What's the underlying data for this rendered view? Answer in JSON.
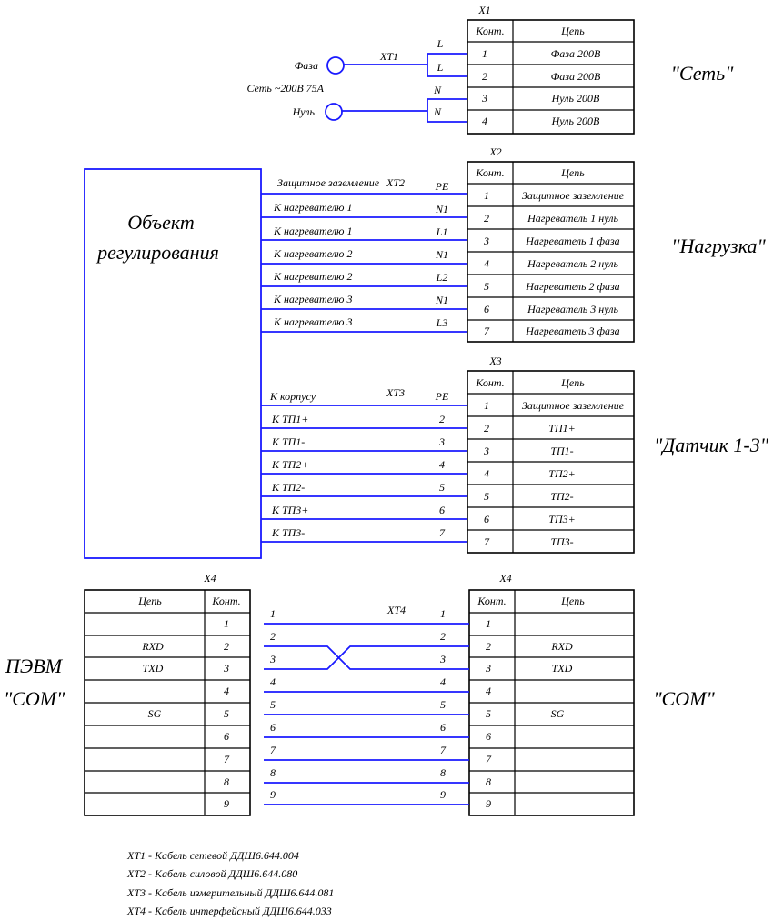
{
  "col_contact": "Конт.",
  "col_circuit": "Цепь",
  "x1": {
    "label": "X1",
    "rows": [
      {
        "n": "1",
        "c": "Фаза 200В"
      },
      {
        "n": "2",
        "c": "Фаза 200В"
      },
      {
        "n": "3",
        "c": "Нуль 200В"
      },
      {
        "n": "4",
        "c": "Нуль 200В"
      }
    ],
    "group_label": "\"Сеть\"",
    "cable": "XT1",
    "phase_label": "Фаза",
    "neutral_label": "Нуль",
    "mains_label": "Сеть ~200В 75А",
    "pin_L": "L",
    "pin_N": "N"
  },
  "object_label_1": "Объект",
  "object_label_2": "регулирования",
  "x2": {
    "label": "X2",
    "group_label": "\"Нагрузка\"",
    "cable": "XT2",
    "rows": [
      {
        "n": "1",
        "c": "Защитное заземление"
      },
      {
        "n": "2",
        "c": "Нагреватель 1 нуль"
      },
      {
        "n": "3",
        "c": "Нагреватель 1 фаза"
      },
      {
        "n": "4",
        "c": "Нагреватель 2 нуль"
      },
      {
        "n": "5",
        "c": "Нагреватель 2 фаза"
      },
      {
        "n": "6",
        "c": "Нагреватель 3 нуль"
      },
      {
        "n": "7",
        "c": "Нагреватель 3 фаза"
      }
    ],
    "wires": [
      {
        "label": "Защитное заземление",
        "pin": "PE"
      },
      {
        "label": "К нагревателю 1",
        "pin": "N1"
      },
      {
        "label": "К нагревателю 1",
        "pin": "L1"
      },
      {
        "label": "К нагревателю 2",
        "pin": "N1"
      },
      {
        "label": "К нагревателю 2",
        "pin": "L2"
      },
      {
        "label": "К нагревателю 3",
        "pin": "N1"
      },
      {
        "label": "К нагревателю 3",
        "pin": "L3"
      }
    ]
  },
  "x3": {
    "label": "X3",
    "group_label": "\"Датчик 1-3\"",
    "cable": "XT3",
    "rows": [
      {
        "n": "1",
        "c": "Защитное заземление"
      },
      {
        "n": "2",
        "c": "ТП1+"
      },
      {
        "n": "3",
        "c": "ТП1-"
      },
      {
        "n": "4",
        "c": "ТП2+"
      },
      {
        "n": "5",
        "c": "ТП2-"
      },
      {
        "n": "6",
        "c": "ТП3+"
      },
      {
        "n": "7",
        "c": "ТП3-"
      }
    ],
    "wires": [
      {
        "label": "К корпусу",
        "pin": "PE"
      },
      {
        "label": "К ТП1+",
        "pin": "2"
      },
      {
        "label": "К ТП1-",
        "pin": "3"
      },
      {
        "label": "К ТП2+",
        "pin": "4"
      },
      {
        "label": "К ТП2-",
        "pin": "5"
      },
      {
        "label": "К ТП3+",
        "pin": "6"
      },
      {
        "label": "К ТП3-",
        "pin": "7"
      }
    ]
  },
  "x4": {
    "label": "X4",
    "cable": "XT4",
    "left_group_1": "ПЭВМ",
    "left_group_2": "\"COM\"",
    "right_group": "\"COM\"",
    "rows": [
      {
        "n": "1",
        "c": ""
      },
      {
        "n": "2",
        "c": "RXD"
      },
      {
        "n": "3",
        "c": "TXD"
      },
      {
        "n": "4",
        "c": ""
      },
      {
        "n": "5",
        "c": "SG"
      },
      {
        "n": "6",
        "c": ""
      },
      {
        "n": "7",
        "c": ""
      },
      {
        "n": "8",
        "c": ""
      },
      {
        "n": "9",
        "c": ""
      }
    ],
    "wire_labels": [
      "1",
      "2",
      "3",
      "4",
      "5",
      "6",
      "7",
      "8",
      "9"
    ]
  },
  "legend": [
    "XT1 -  Кабель сетевой  ДДШ6.644.004",
    "XT2 -  Кабель силовой  ДДШ6.644.080",
    "XT3 -  Кабель измерительный  ДДШ6.644.081",
    "XT4 -  Кабель интерфейсный  ДДШ6.644.033"
  ]
}
